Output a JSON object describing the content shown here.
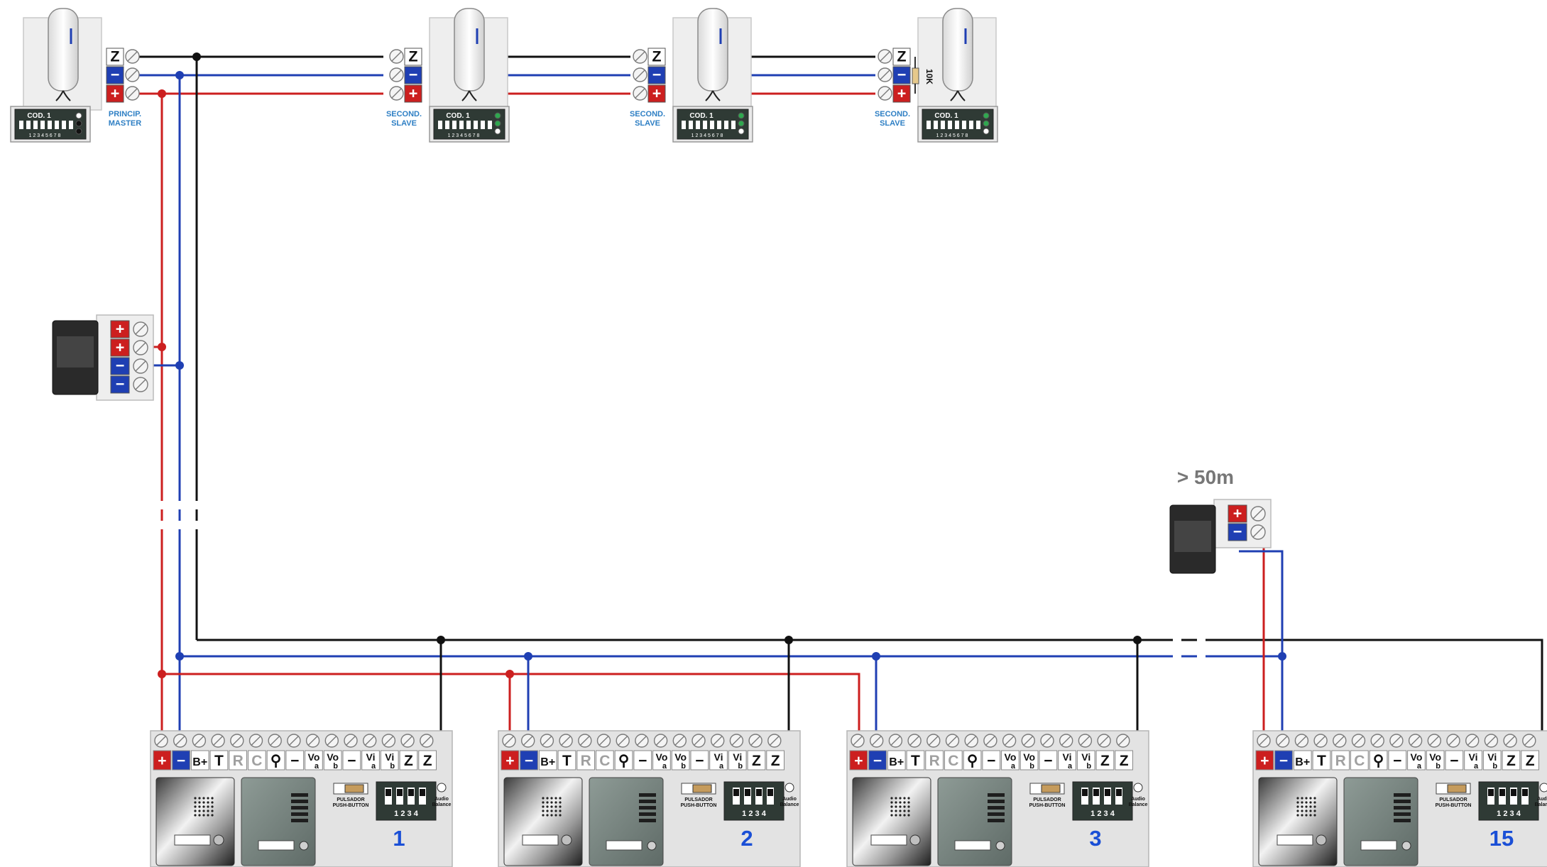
{
  "colors": {
    "positive": "#cc1f1f",
    "negative": "#1f3fb3",
    "signal": "#111111",
    "panel_number": "#1a4fd6",
    "role_label": "#2e7fc4",
    "distance_label": "#777777"
  },
  "handsets": [
    {
      "role_line1": "PRINCIP.",
      "role_line2": "MASTER",
      "code": "COD. 1",
      "dip_numbers": "1 2 3 4 5 6 7 8",
      "terminals": [
        "Z",
        "−",
        "+"
      ],
      "resistor": ""
    },
    {
      "role_line1": "SECOND.",
      "role_line2": "SLAVE",
      "code": "COD. 1",
      "dip_numbers": "1 2 3 4 5 6 7 8",
      "terminals": [
        "Z",
        "−",
        "+"
      ],
      "resistor": ""
    },
    {
      "role_line1": "SECOND.",
      "role_line2": "SLAVE",
      "code": "COD. 1",
      "dip_numbers": "1 2 3 4 5 6 7 8",
      "terminals": [
        "Z",
        "−",
        "+"
      ],
      "resistor": ""
    },
    {
      "role_line1": "SECOND.",
      "role_line2": "SLAVE",
      "code": "COD. 1",
      "dip_numbers": "1 2 3 4 5 6 7 8",
      "terminals": [
        "Z",
        "−",
        "+"
      ],
      "resistor": "10K"
    }
  ],
  "power_supplies": [
    {
      "id": "main",
      "terminals": [
        "+",
        "+",
        "−",
        "−"
      ]
    },
    {
      "id": "remote",
      "terminals": [
        "+",
        "−"
      ]
    }
  ],
  "distance_label": "> 50m",
  "door_panel_terminals": [
    "+",
    "−",
    "B+",
    "T",
    "R",
    "C",
    "⚲",
    "−",
    "Vo a",
    "Vo b",
    "−",
    "Vi a",
    "Vi b",
    "Z",
    "Z"
  ],
  "door_panels": [
    {
      "number": "1",
      "pushbutton_line1": "PULSADOR",
      "pushbutton_line2": "PUSH-BUTTON",
      "dip_numbers": "1 2 3 4",
      "audio_line1": "Audio",
      "audio_line2": "Balance"
    },
    {
      "number": "2",
      "pushbutton_line1": "PULSADOR",
      "pushbutton_line2": "PUSH-BUTTON",
      "dip_numbers": "1 2 3 4",
      "audio_line1": "Audio",
      "audio_line2": "Balance"
    },
    {
      "number": "3",
      "pushbutton_line1": "PULSADOR",
      "pushbutton_line2": "PUSH-BUTTON",
      "dip_numbers": "1 2 3 4",
      "audio_line1": "Audio",
      "audio_line2": "Balance"
    },
    {
      "number": "15",
      "pushbutton_line1": "PULSADOR",
      "pushbutton_line2": "PUSH-BUTTON",
      "dip_numbers": "1 2 3 4",
      "audio_line1": "Audio",
      "audio_line2": "Balance"
    }
  ]
}
